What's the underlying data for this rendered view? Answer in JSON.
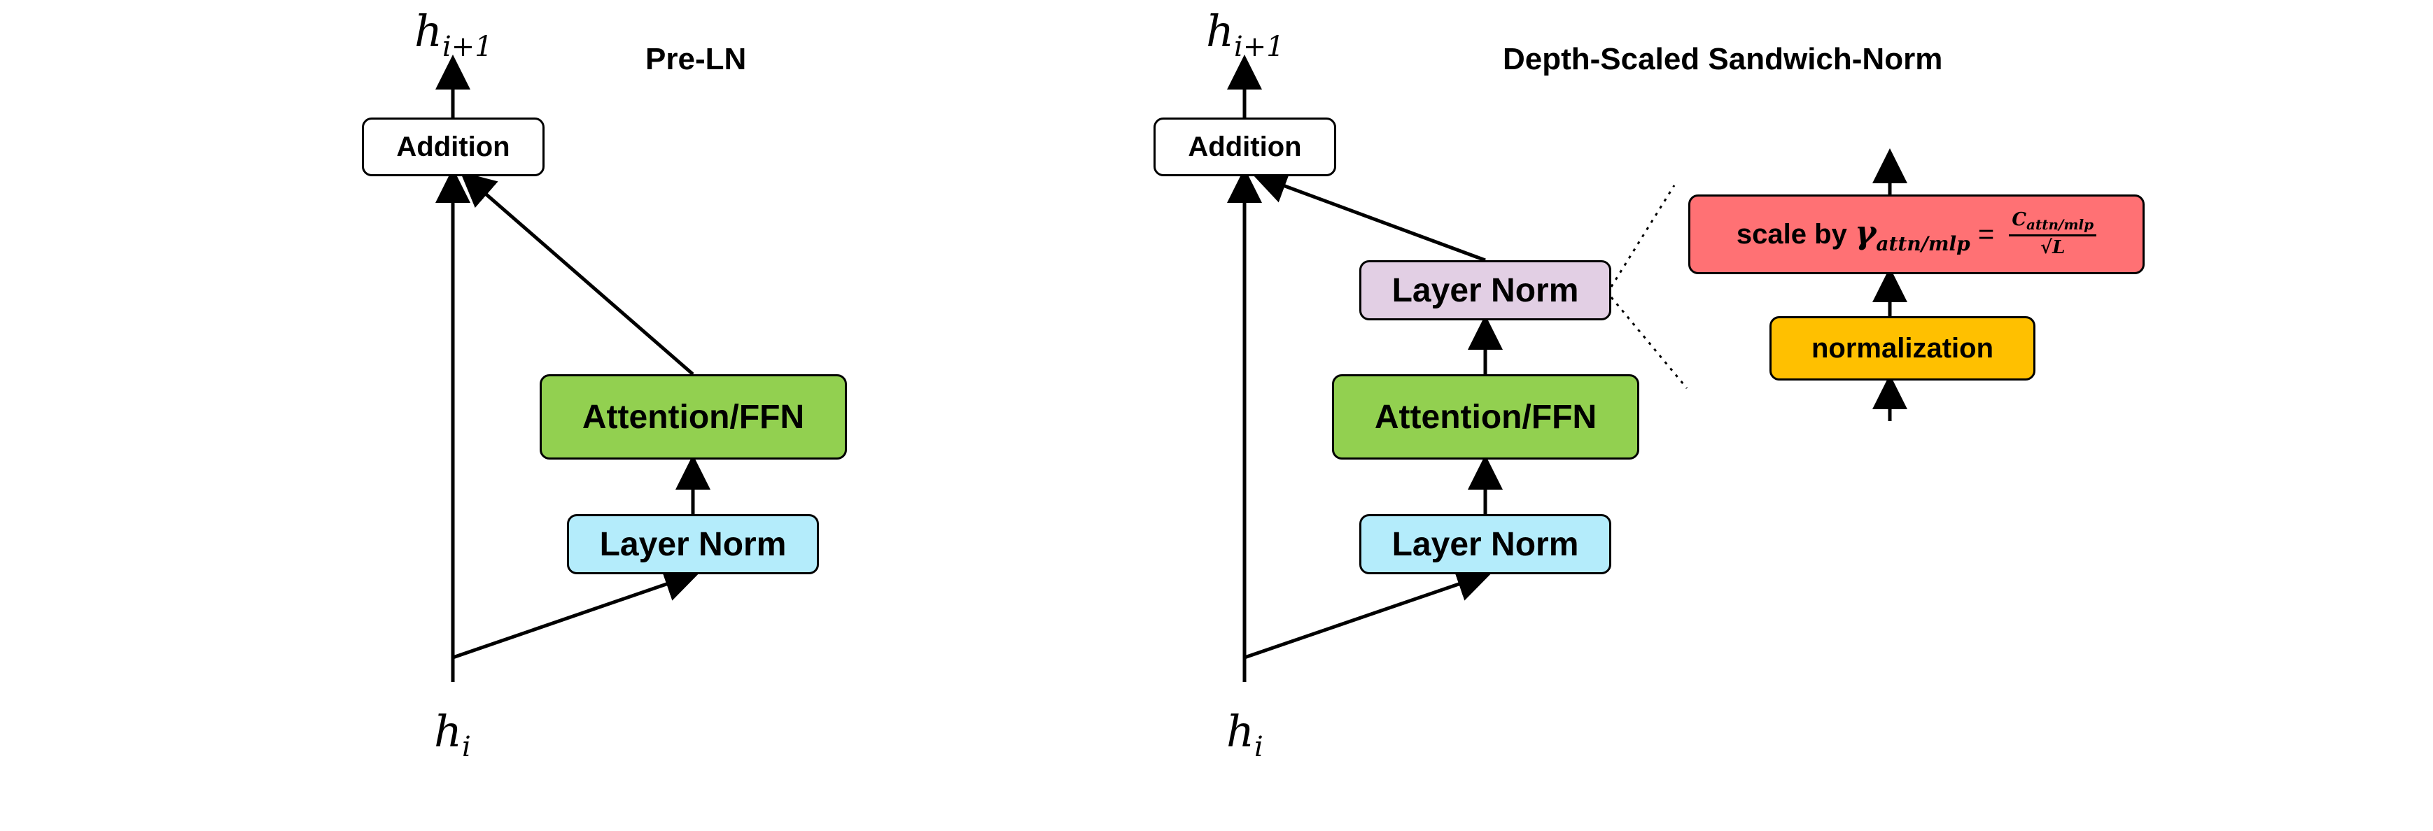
{
  "left": {
    "title": "Pre-LN",
    "output_label": "h",
    "output_sub": "i+1",
    "input_label": "h",
    "input_sub": "i",
    "addition": "Addition",
    "attention": "Attention/FFN",
    "layer_norm": "Layer Norm"
  },
  "right": {
    "title": "Depth-Scaled Sandwich-Norm",
    "output_label": "h",
    "output_sub": "i+1",
    "input_label": "h",
    "input_sub": "i",
    "addition": "Addition",
    "attention": "Attention/FFN",
    "layer_norm_bottom": "Layer Norm",
    "layer_norm_top": "Layer Norm"
  },
  "detail": {
    "scale_prefix": "scale by ",
    "gamma": "γ",
    "gamma_sub": "attn/mlp",
    "equals": " = ",
    "frac_num": "C",
    "frac_num_sub": "attn/mlp",
    "frac_den": "√L",
    "normalization": "normalization"
  },
  "colors": {
    "attention": "#92d050",
    "layer_norm_input": "#b4ecfb",
    "layer_norm_output": "#e2cfe4",
    "scale": "#ff7174",
    "normalization": "#ffc000",
    "outline": "#000000"
  }
}
